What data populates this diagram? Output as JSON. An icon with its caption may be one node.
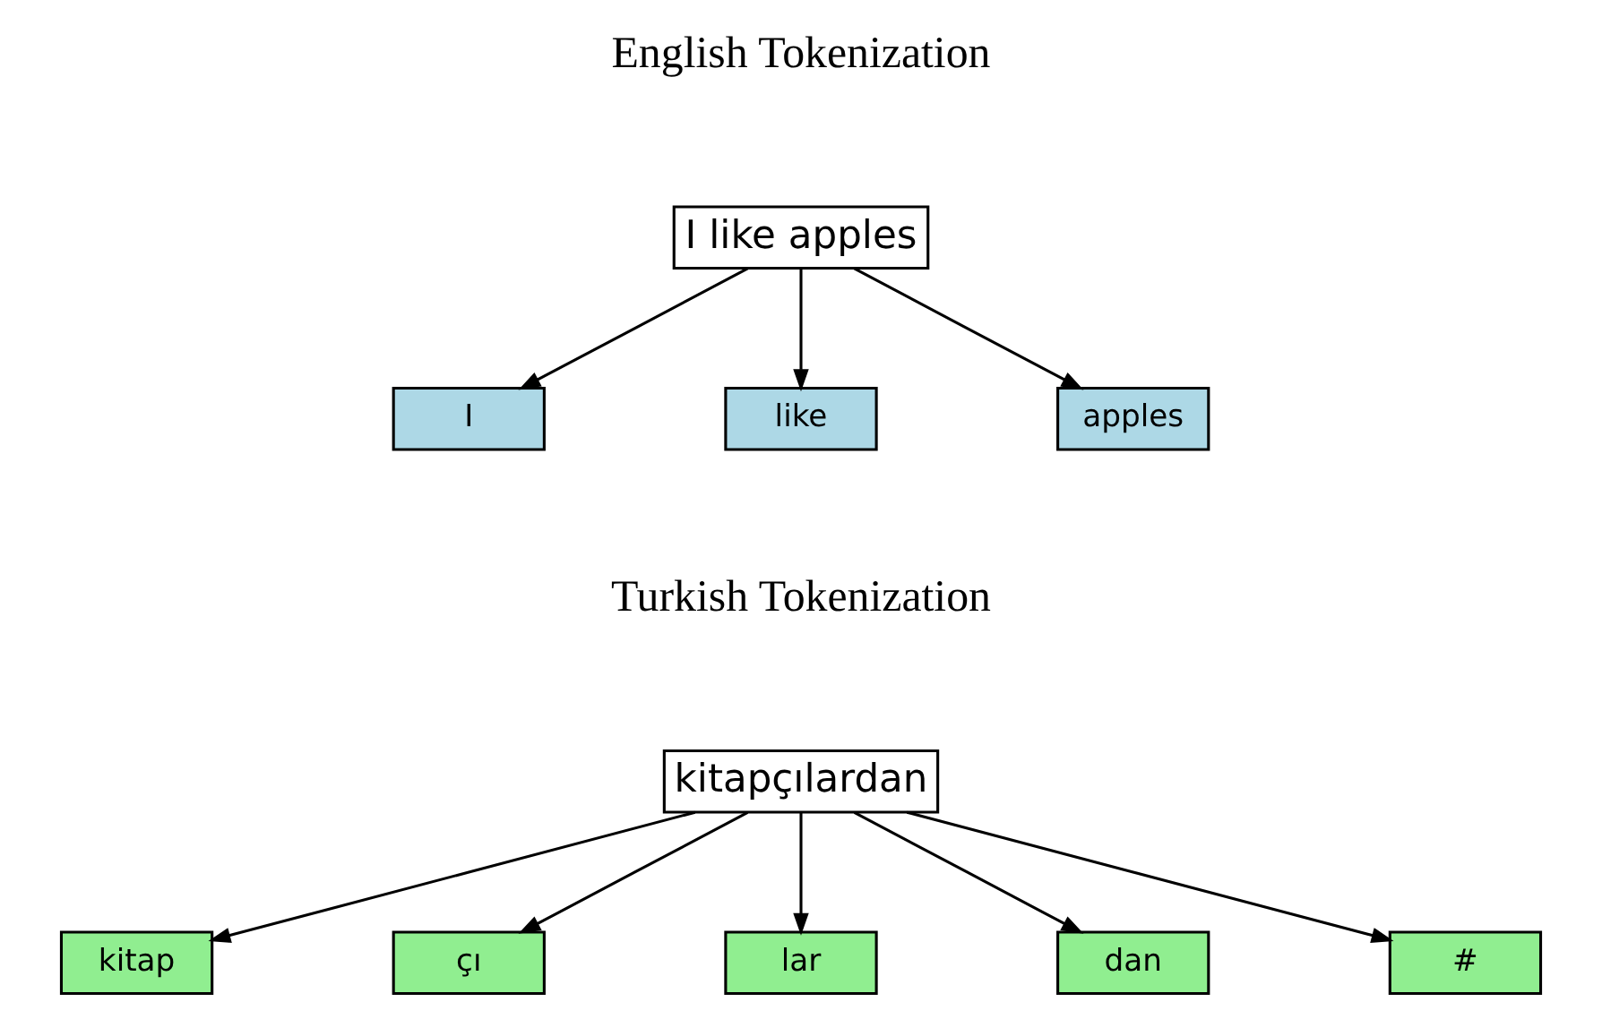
{
  "diagram": {
    "nodes": [
      {
        "text": [
          "I like apples"
        ]
      },
      {
        "text": [
          "I"
        ]
      },
      {
        "text": [
          "like"
        ]
      },
      {
        "text": [
          "apples"
        ]
      },
      {
        "text": [
          "kitapçılardan"
        ]
      },
      {
        "text": [
          "kitap"
        ]
      },
      {
        "text": [
          "çı"
        ]
      },
      {
        "text": [
          "lar"
        ]
      },
      {
        "text": [
          "dan"
        ]
      },
      {
        "text": [
          "#"
        ]
      }
    ],
    "edges": [
      {
        "from": 0,
        "to": 1,
        "arrow": "to"
      },
      {
        "from": 0,
        "to": 2,
        "arrow": "to"
      },
      {
        "from": 0,
        "to": 3,
        "arrow": "to"
      },
      {
        "from": 4,
        "to": 5,
        "arrow": "to"
      },
      {
        "from": 4,
        "to": 6,
        "arrow": "to"
      },
      {
        "from": 4,
        "to": 7,
        "arrow": "to"
      },
      {
        "from": 4,
        "to": 8,
        "arrow": "to"
      },
      {
        "from": 4,
        "to": 9,
        "arrow": "to"
      }
    ],
    "labels": [
      "English Tokenization",
      "Turkish Tokenization"
    ]
  }
}
